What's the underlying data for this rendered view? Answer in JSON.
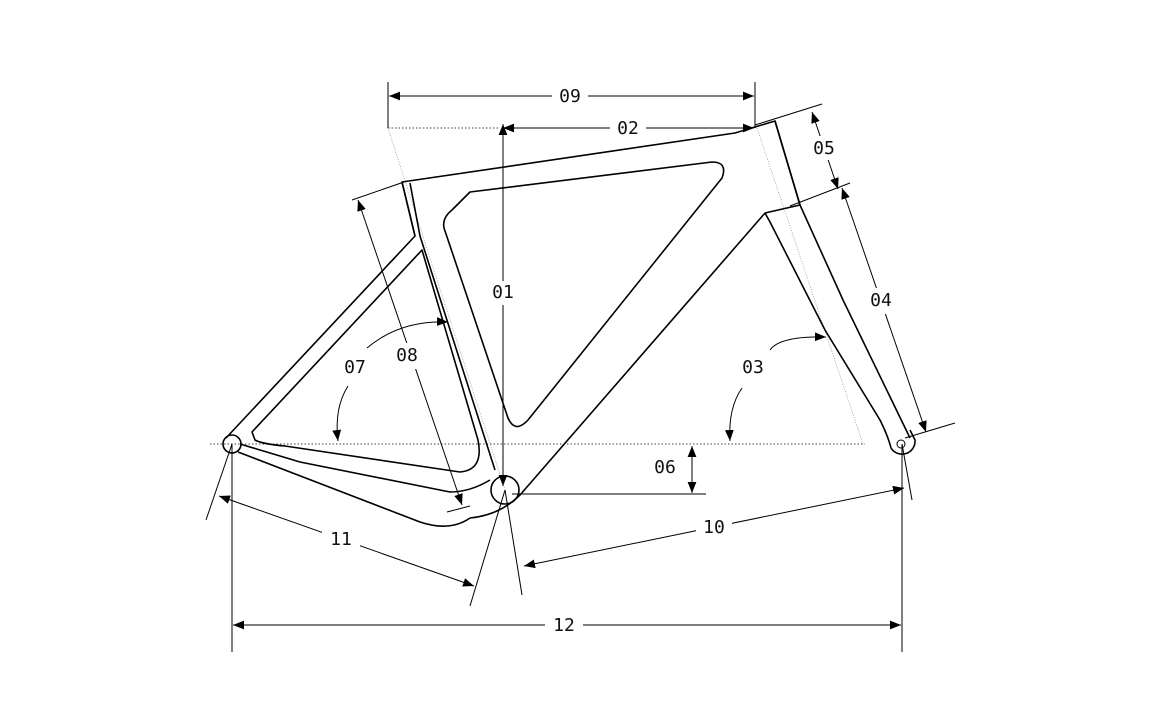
{
  "diagram": {
    "type": "bicycle-frame-geometry",
    "labels": {
      "stack": "01",
      "effective_top_tube": "02",
      "head_angle": "03",
      "head_tube_length": "04",
      "headset_stack": "05",
      "bb_drop": "06",
      "seat_angle": "07",
      "seat_tube_length": "08",
      "reach": "09",
      "front_center": "10",
      "chainstay": "11",
      "wheelbase": "12"
    }
  }
}
